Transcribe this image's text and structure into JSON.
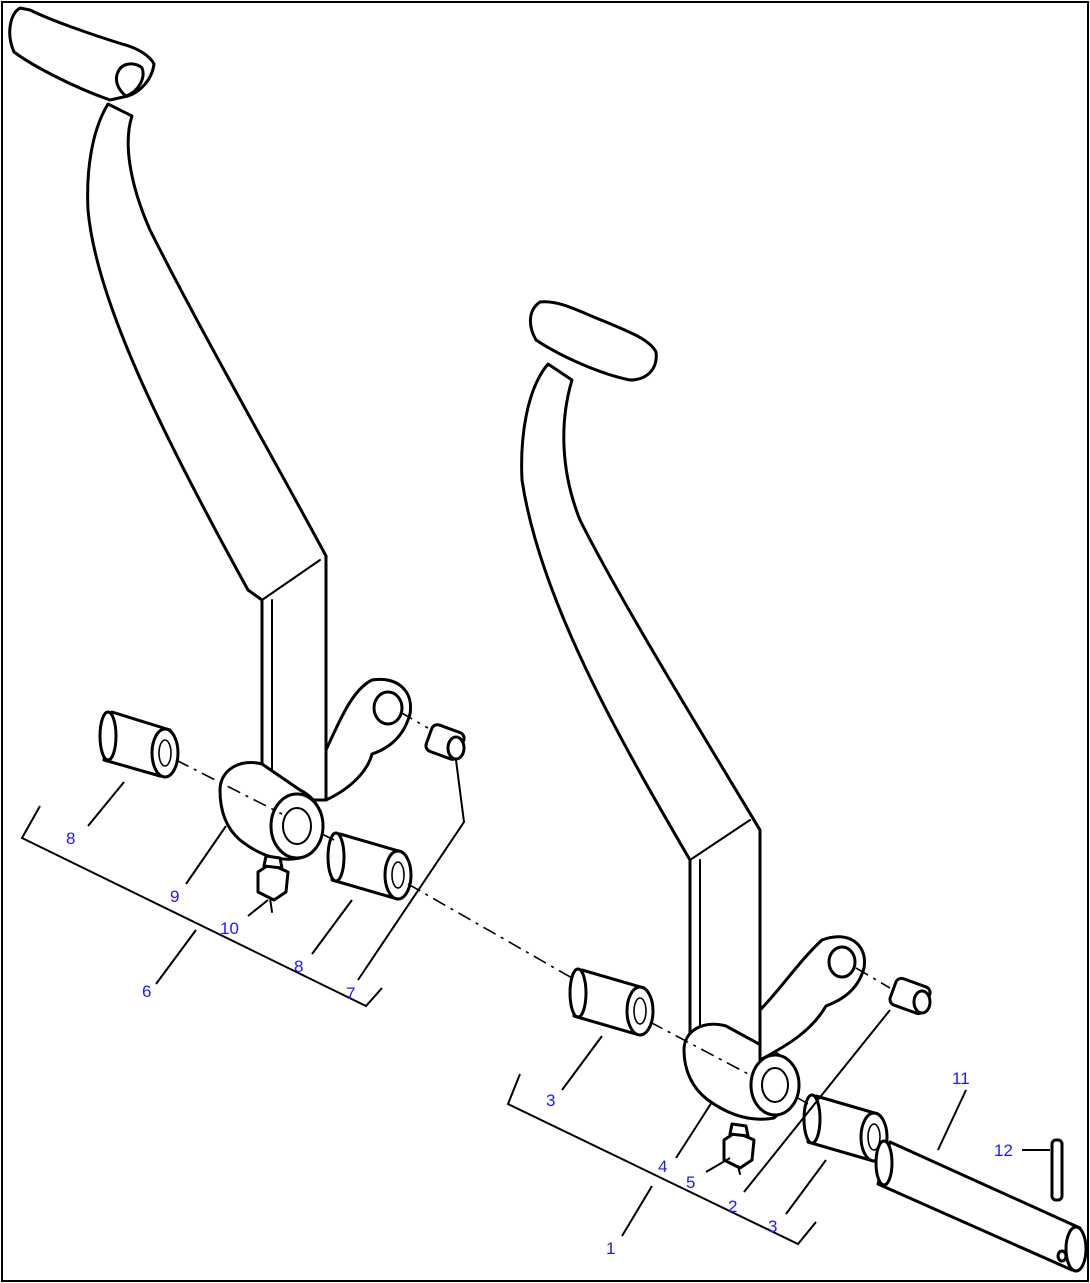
{
  "diagram": {
    "callouts": {
      "c8a": "8",
      "c9": "9",
      "c10": "10",
      "c8b": "8",
      "c7": "7",
      "c6": "6",
      "c3a": "3",
      "c4": "4",
      "c5": "5",
      "c2": "2",
      "c3b": "3",
      "c1": "1",
      "c11": "11",
      "c12": "12"
    },
    "colors": {
      "callout": "#1a1aff",
      "lines": "#000000",
      "background": "#ffffff"
    }
  }
}
